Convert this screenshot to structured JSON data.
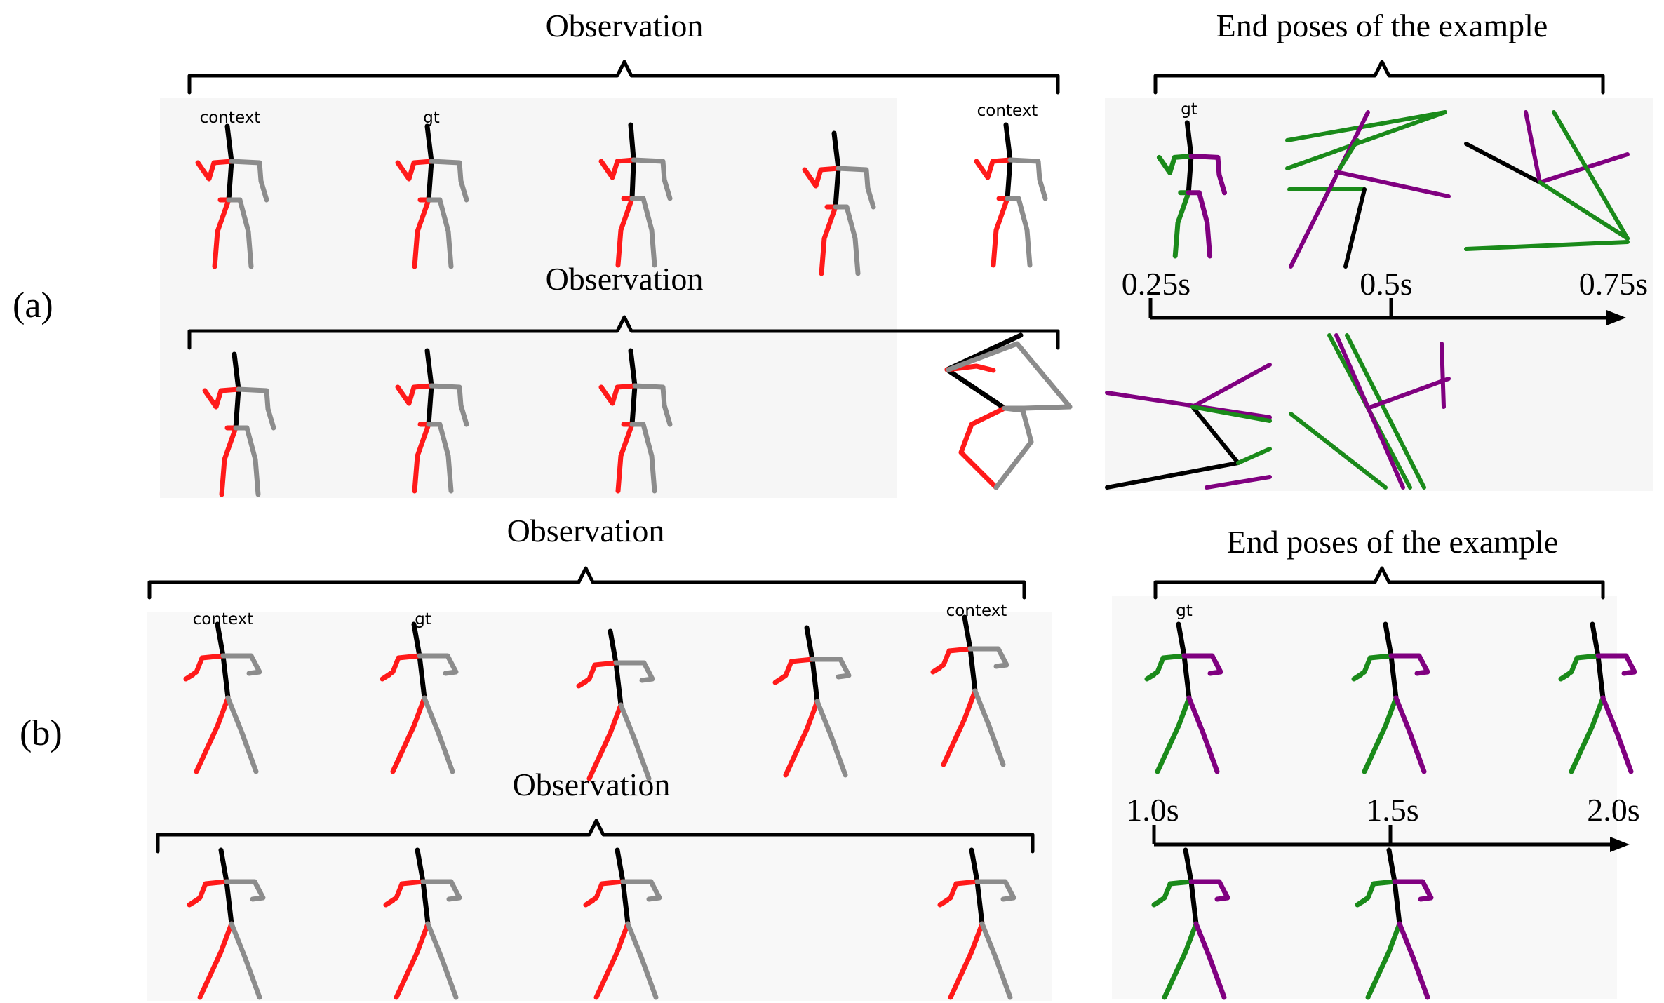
{
  "panel_a": {
    "label": "(a)",
    "row1": {
      "observation_title": "Observation",
      "end_poses_title": "End poses of the example",
      "tags": [
        "context",
        "gt",
        "context"
      ],
      "end_tag": "gt"
    },
    "row2": {
      "observation_title": "Observation"
    },
    "timeline": [
      "0.25s",
      "0.5s",
      "0.75s"
    ]
  },
  "panel_b": {
    "label": "(b)",
    "row1": {
      "observation_title": "Observation",
      "end_poses_title": "End poses of the example",
      "tags": [
        "context",
        "gt",
        "context"
      ],
      "end_tag": "gt"
    },
    "row2": {
      "observation_title": "Observation"
    },
    "timeline": [
      "1.0s",
      "1.5s",
      "2.0s"
    ]
  },
  "colors": {
    "spine": "#000000",
    "observed_left": "#ff1a1a",
    "observed_right": "#8c8c8c",
    "prediction_left": "#1a8a1a",
    "prediction_right": "#800080",
    "frame_background": "#f5f5f5"
  }
}
